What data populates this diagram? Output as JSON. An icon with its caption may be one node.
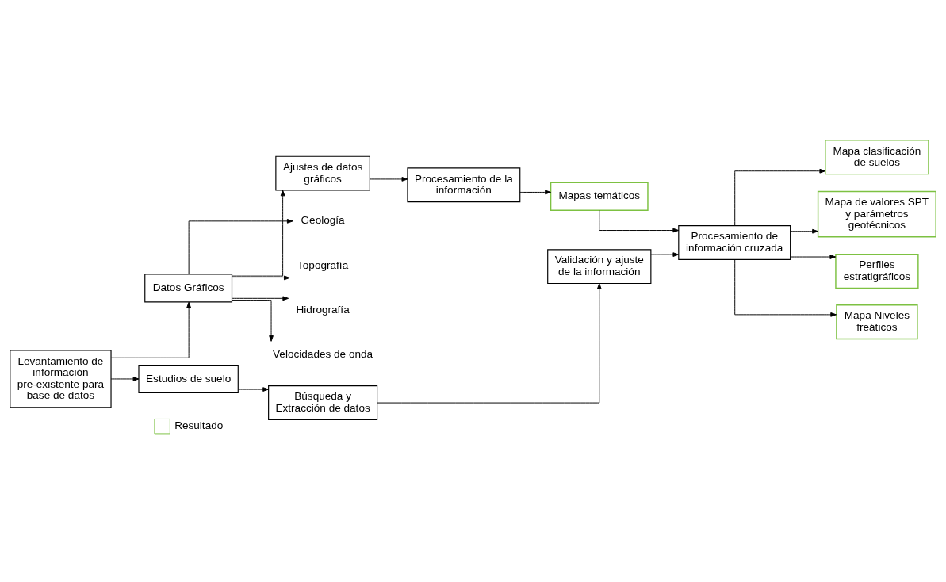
{
  "diagram": {
    "nodes": [
      {
        "text": [
          "Levantamiento de información pre-existente para base de datos"
        ]
      },
      {
        "text": [
          "Datos Gráficos"
        ]
      },
      {
        "text": [
          "Ajustes de datos gráficos"
        ]
      },
      {
        "text": [
          "Procesamiento de la información"
        ]
      },
      {
        "text": [
          "Mapas temáticos"
        ]
      },
      {
        "text": [
          "Geología"
        ]
      },
      {
        "text": [
          "Topografía"
        ]
      },
      {
        "text": [
          "Hidrografía"
        ]
      },
      {
        "text": [
          "Velocidades de onda"
        ]
      },
      {
        "text": [
          "Estudios de suelo"
        ]
      },
      {
        "text": [
          "Búsqueda y Extracción de datos"
        ]
      },
      {
        "text": [
          "Validación y ajuste de la información"
        ]
      },
      {
        "text": [
          "Procesamiento de información cruzada"
        ]
      },
      {
        "text": [
          "Mapa clasificación de suelos"
        ]
      },
      {
        "text": [
          "Mapa de valores SPT y parámetros geotécnicos"
        ]
      },
      {
        "text": [
          "Perfiles estratigráficos"
        ]
      },
      {
        "text": [
          "Mapa Niveles freáticos"
        ]
      }
    ],
    "edges": [
      {
        "from": 0,
        "to": 1,
        "arrow": "to"
      },
      {
        "from": 1,
        "to": 2,
        "arrow": "to"
      },
      {
        "from": 2,
        "to": 3,
        "arrow": "to"
      },
      {
        "from": 3,
        "to": 4,
        "arrow": "to"
      },
      {
        "from": 1,
        "to": 5,
        "arrow": "to"
      },
      {
        "from": 1,
        "to": 6,
        "arrow": "to"
      },
      {
        "from": 1,
        "to": 7,
        "arrow": "to"
      },
      {
        "from": 1,
        "to": 8,
        "arrow": "to"
      },
      {
        "from": 0,
        "to": 9,
        "arrow": "to"
      },
      {
        "from": 9,
        "to": 10,
        "arrow": "to"
      },
      {
        "from": 10,
        "to": 11,
        "arrow": "to"
      },
      {
        "from": 11,
        "to": 12,
        "arrow": "to"
      },
      {
        "from": 4,
        "to": 12,
        "arrow": "to"
      },
      {
        "from": 12,
        "to": 13,
        "arrow": "to"
      },
      {
        "from": 12,
        "to": 14,
        "arrow": "to"
      },
      {
        "from": 12,
        "to": 15,
        "arrow": "to"
      },
      {
        "from": 12,
        "to": 16,
        "arrow": "to"
      }
    ],
    "legend": [
      {
        "text": "Resultado"
      }
    ]
  }
}
